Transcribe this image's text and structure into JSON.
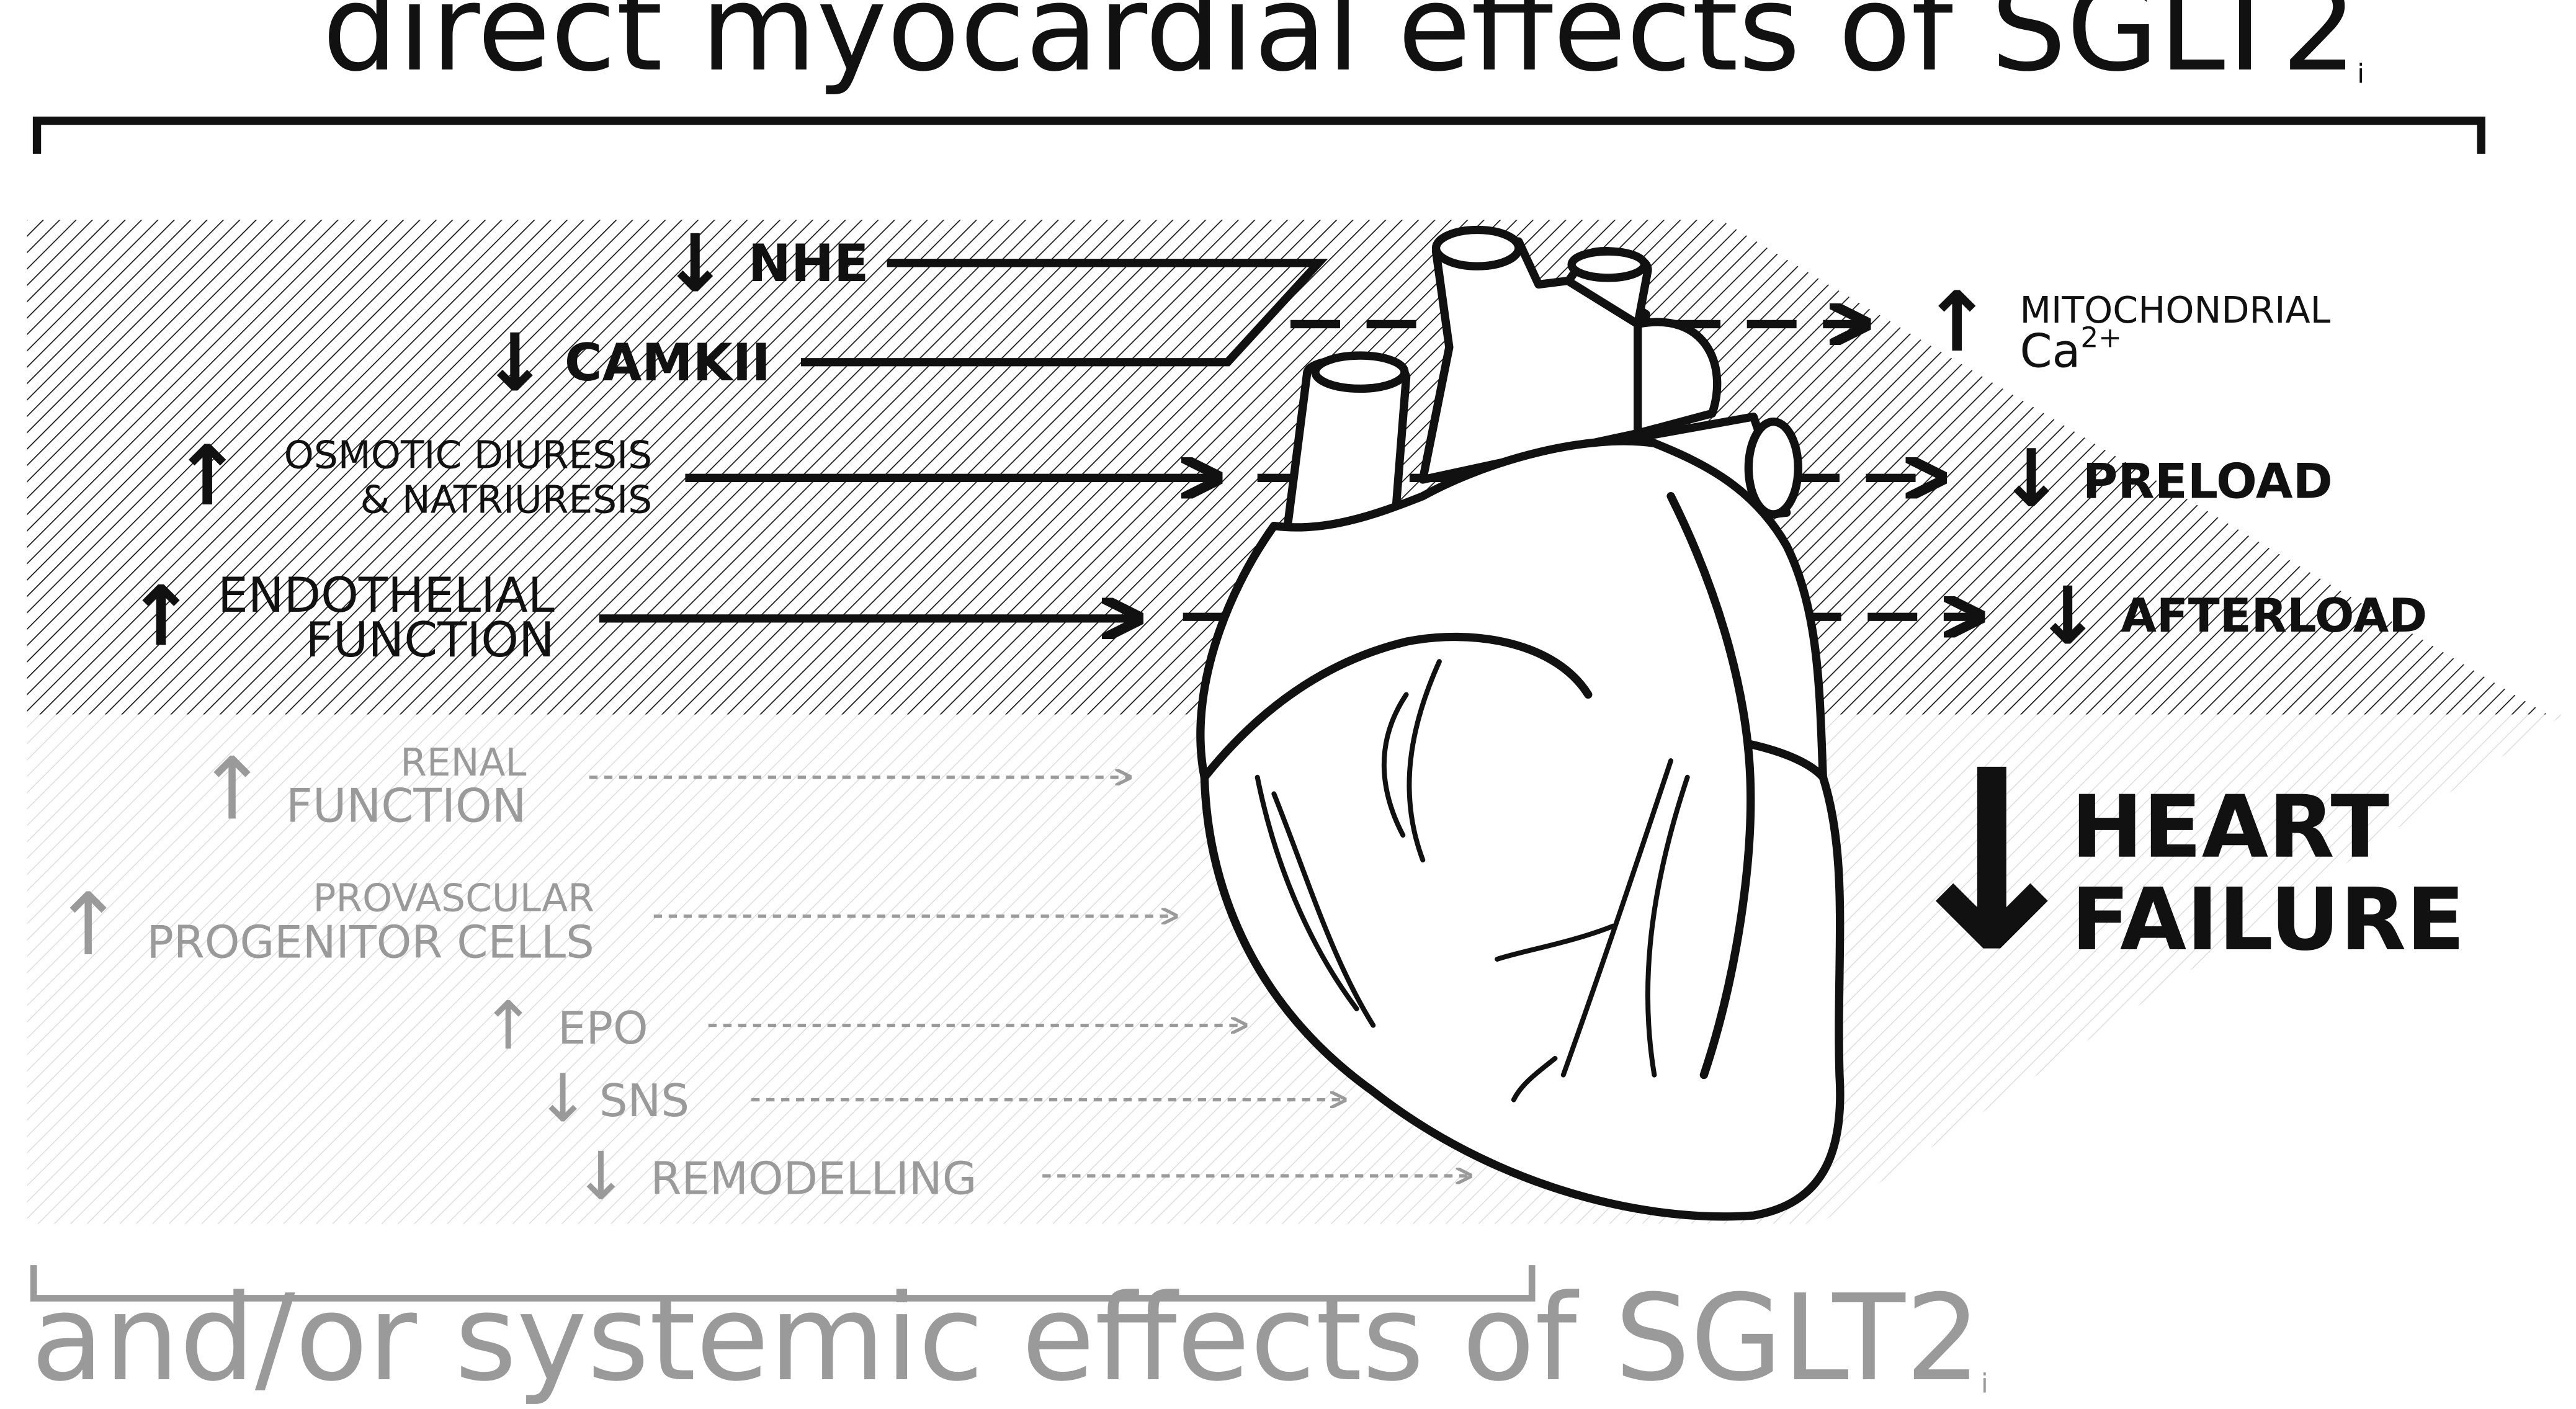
{
  "direct_effects": {
    "title": "direct myocardial effects of SGLT2",
    "subscript": "i",
    "inputs": [
      {
        "arrow": "↓",
        "label": "NHE"
      },
      {
        "arrow": "↓",
        "label": "CAMKII"
      },
      {
        "arrow": "↑",
        "label_lines": [
          "OSMOTIC DIURESIS",
          "& NATRIURESIS"
        ]
      },
      {
        "arrow": "↑",
        "label_lines": [
          "ENDOTHELIAL",
          "FUNCTION"
        ]
      }
    ]
  },
  "outcomes": {
    "mitochondrial": {
      "arrow": "↑",
      "line1": "MITOCHONDRIAL",
      "line2": "Ca",
      "superscript": "2+"
    },
    "preload": {
      "arrow": "↓",
      "label": "PRELOAD"
    },
    "afterload": {
      "arrow": "↓",
      "label": "AFTERLOAD"
    },
    "heart_failure": {
      "arrow": "↓",
      "line1": "HEART",
      "line2": "FAILURE"
    }
  },
  "indirect_effects": {
    "title": "indirect and/or systemic effects of SGLT2",
    "subscript": "i",
    "inputs": [
      {
        "arrow": "↑",
        "label_lines": [
          "RENAL",
          "FUNCTION"
        ]
      },
      {
        "arrow": "↑",
        "label_lines": [
          "PROVASCULAR",
          "PROGENITOR CELLS"
        ]
      },
      {
        "arrow": "↑",
        "label": "EPO"
      },
      {
        "arrow": "↓",
        "label": "SNS"
      },
      {
        "arrow": "↓",
        "label": "REMODELLING"
      }
    ]
  },
  "colors": {
    "primary": "#111111",
    "secondary": "#9a9a9a"
  }
}
